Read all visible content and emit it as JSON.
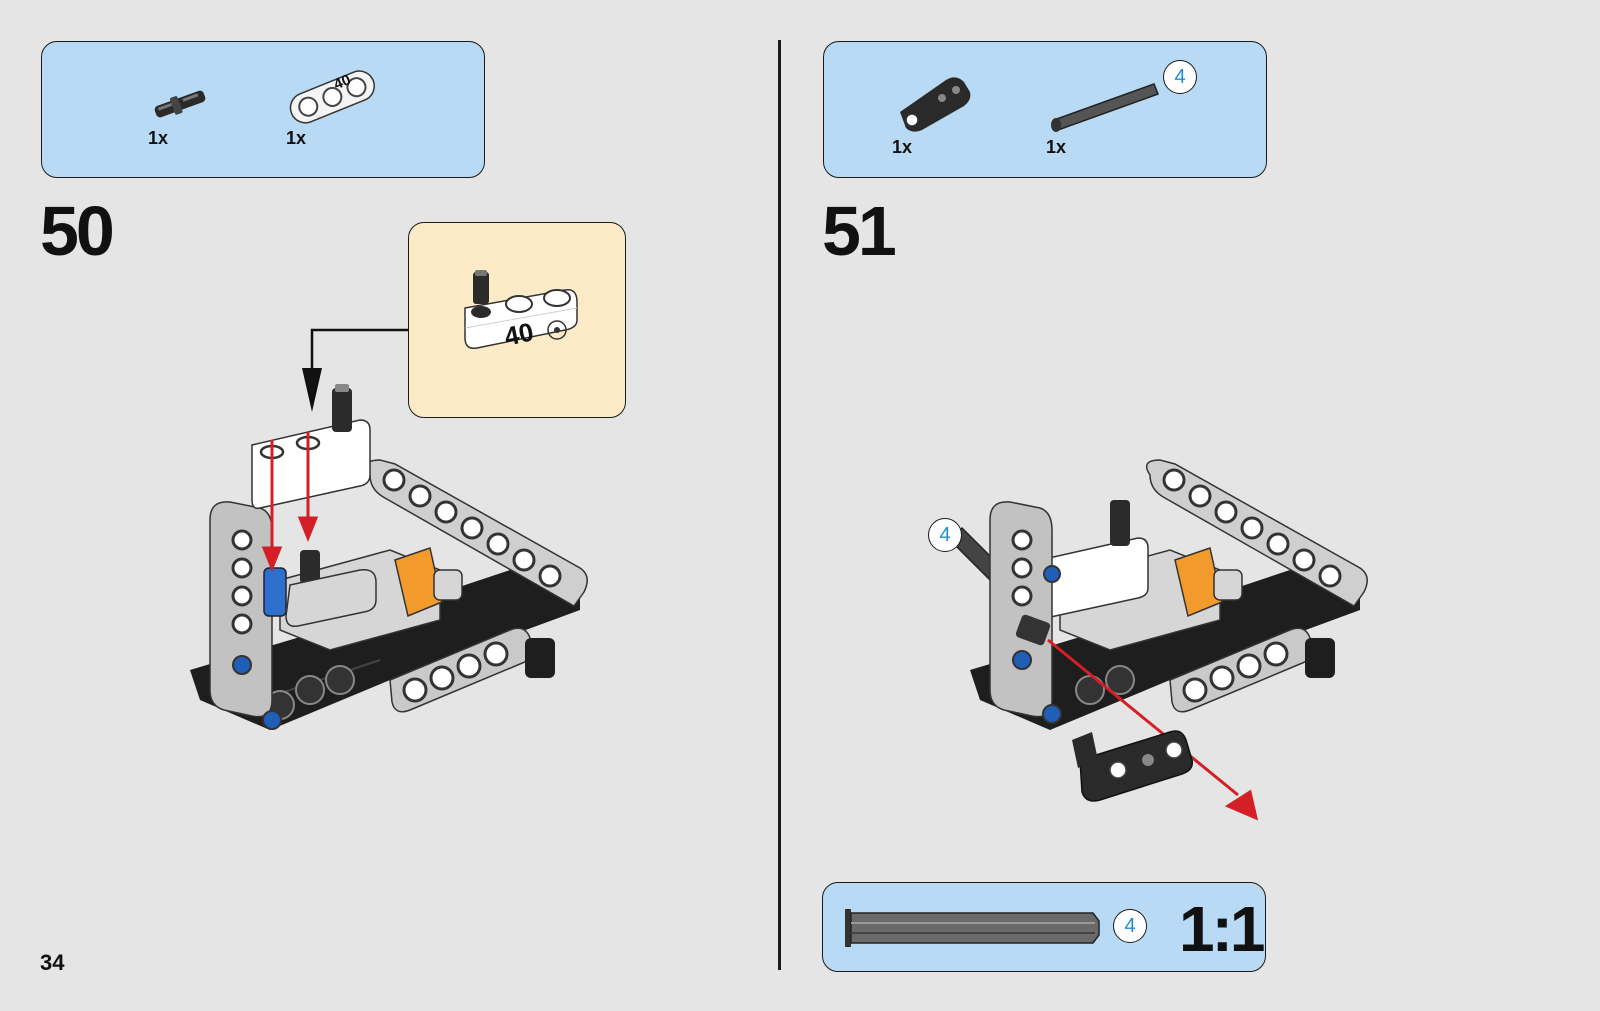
{
  "page": {
    "number": "34"
  },
  "step50": {
    "number": "50",
    "parts": [
      {
        "qty": "1x",
        "icon": "axle-pin-icon"
      },
      {
        "qty": "1x",
        "icon": "beam-3-with-40-decal-icon"
      }
    ],
    "decal_text": "40"
  },
  "step51": {
    "number": "51",
    "parts": [
      {
        "qty": "1x",
        "icon": "angled-connector-icon"
      },
      {
        "qty": "1x",
        "icon": "axle-4-icon",
        "length": "4"
      }
    ],
    "axle_length_label": "4",
    "scale_box": {
      "length": "4",
      "scale": "1:1"
    }
  },
  "colors": {
    "parts_box": "#b8daf4",
    "callout_box": "#fdebc8",
    "arrow_red": "#d41f27",
    "axle_blue": "#1f8ed1",
    "orange": "#f39a2d"
  }
}
